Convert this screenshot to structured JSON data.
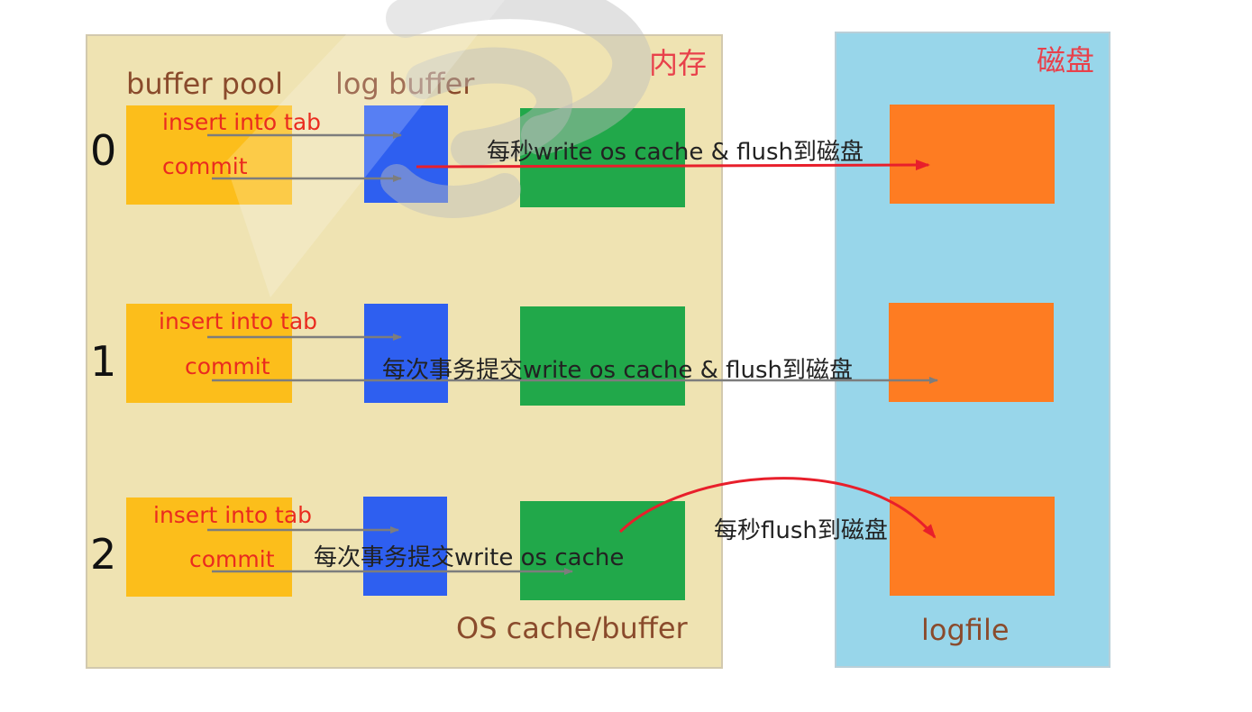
{
  "colors": {
    "memory_bg": "#efe3b2",
    "disk_bg": "#98d6ea",
    "buffer_pool": "#fcbe1b",
    "log_buffer": "#2e5ff0",
    "os_cache": "#21a84a",
    "logfile": "#fe7c22",
    "red_text": "#ea2b1f",
    "brown_text": "#8a4b2c",
    "gray_arrow": "#7d7d7d",
    "red_arrow": "#e81f2b"
  },
  "memory": {
    "title": "内存",
    "col_buffer_pool": "buffer pool",
    "col_log_buffer": "log buffer",
    "col_os_cache": "OS cache/buffer"
  },
  "disk": {
    "title": "磁盘",
    "col_logfile": "logfile"
  },
  "rows": [
    {
      "num": "0",
      "insert": "insert into tab",
      "commit": "commit",
      "annotation": "每秒write os cache & flush到磁盘"
    },
    {
      "num": "1",
      "insert": "insert into tab",
      "commit": "commit",
      "annotation": "每次事务提交write os cache & flush到磁盘"
    },
    {
      "num": "2",
      "insert": "insert into tab",
      "commit": "commit",
      "annotation": "每次事务提交write os cache",
      "annotation2": "每秒flush到磁盘"
    }
  ]
}
